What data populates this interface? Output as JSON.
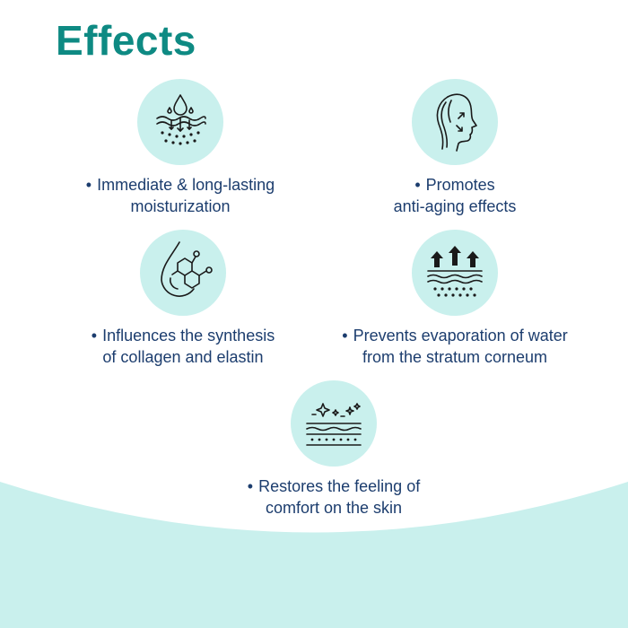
{
  "title": "Effects",
  "colors": {
    "title": "#0e8a83",
    "text": "#1c3d6e",
    "icon_circle": "#c9f0ed",
    "bottom_band": "#c9f0ed",
    "icon_stroke": "#1a1a1a"
  },
  "effects": [
    {
      "icon": "skin-hydration-droplet-icon",
      "bullet": "•",
      "line1": "Immediate & long-lasting",
      "line2": "moisturization"
    },
    {
      "icon": "face-profile-icon",
      "bullet": "•",
      "line1": "Promotes",
      "line2": "anti-aging effects"
    },
    {
      "icon": "collagen-molecule-droplet-icon",
      "bullet": "•",
      "line1": "Influences the synthesis",
      "line2": "of collagen and elastin"
    },
    {
      "icon": "evaporation-barrier-icon",
      "bullet": "•",
      "line1": "Prevents evaporation of water",
      "line2": "from the stratum corneum"
    },
    {
      "icon": "sparkling-skin-layers-icon",
      "bullet": "•",
      "line1": "Restores the feeling of",
      "line2": "comfort on the skin"
    }
  ]
}
